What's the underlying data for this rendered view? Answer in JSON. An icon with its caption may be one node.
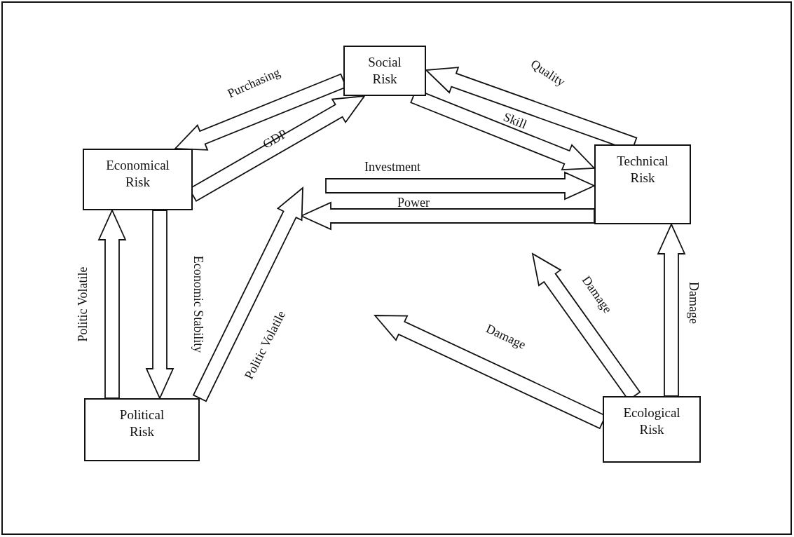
{
  "diagram": {
    "nodes": [
      {
        "text": [
          "Social Risk"
        ]
      },
      {
        "text": [
          "Economical Risk"
        ]
      },
      {
        "text": [
          "Technical Risk"
        ]
      },
      {
        "text": [
          "Political Risk"
        ]
      },
      {
        "text": [
          "Ecological Risk"
        ]
      }
    ],
    "edges": [
      {
        "from": 0,
        "to": 1,
        "arrow": "to",
        "label": "Purchasing"
      },
      {
        "from": 1,
        "to": 0,
        "arrow": "to",
        "label": "GDP"
      },
      {
        "from": null,
        "to": 2,
        "arrow": "to",
        "label": "Investment"
      },
      {
        "from": 0,
        "to": 2,
        "arrow": "to",
        "label": "Skill"
      },
      {
        "from": 2,
        "to": 0,
        "arrow": "to",
        "label": "Quality"
      },
      {
        "from": 2,
        "to": null,
        "arrow": "to",
        "label": "Power"
      },
      {
        "from": 3,
        "to": 1,
        "arrow": "to",
        "label": "Politic Volatile"
      },
      {
        "from": 1,
        "to": 3,
        "arrow": "to",
        "label": "Economic Stability"
      },
      {
        "from": 3,
        "to": null,
        "arrow": "to",
        "label": "Politic Volatile"
      },
      {
        "from": 4,
        "to": null,
        "arrow": "to",
        "label": "Damage"
      },
      {
        "from": 4,
        "to": null,
        "arrow": "to",
        "label": "Damage"
      },
      {
        "from": 4,
        "to": 2,
        "arrow": "to",
        "label": "Damage"
      }
    ]
  }
}
